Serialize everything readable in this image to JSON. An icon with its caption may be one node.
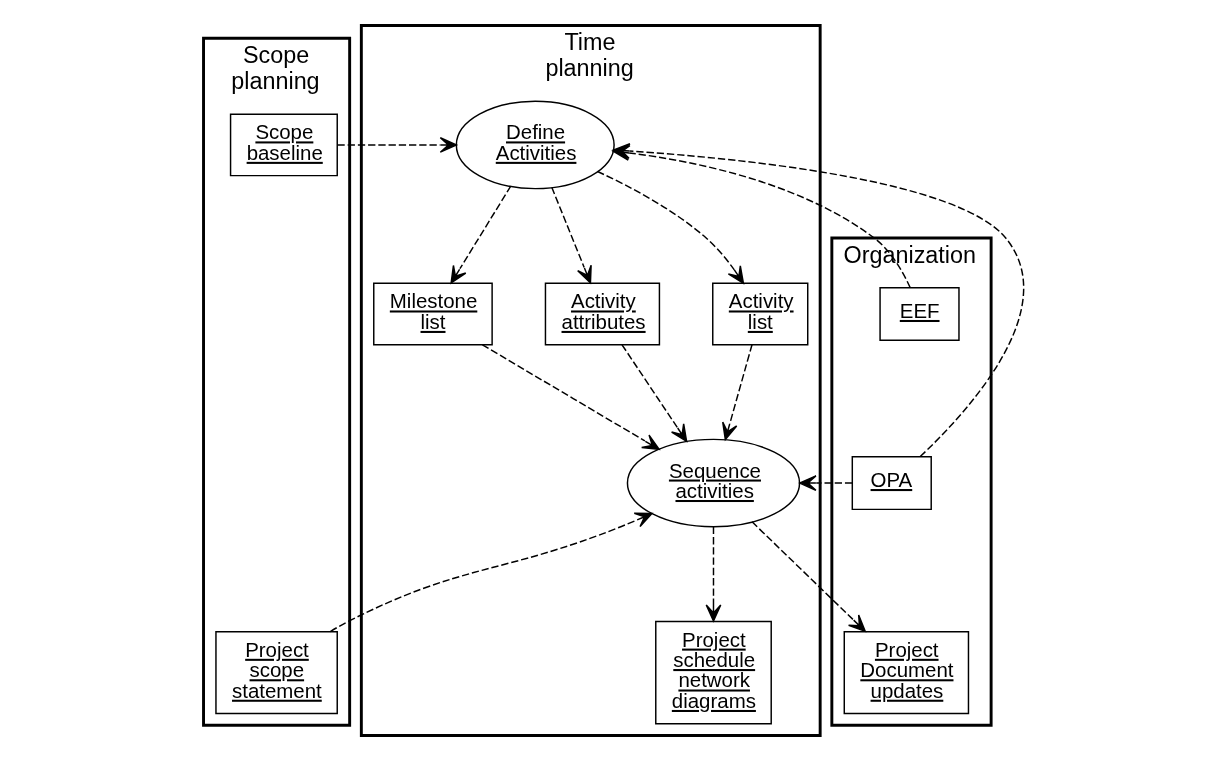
{
  "diagram": {
    "nodes": [
      {
        "text": [
          "Scope planning"
        ]
      },
      {
        "text": [
          "Scope baseline"
        ],
        "in": 0
      },
      {
        "text": [
          "Project scope statement"
        ],
        "in": 0
      },
      {
        "text": [
          "Organization"
        ]
      },
      {
        "text": [
          "EEF"
        ],
        "in": 3
      },
      {
        "text": [
          "OPA"
        ],
        "in": 3
      },
      {
        "text": [
          "Project Document updates"
        ],
        "in": 3
      },
      {
        "text": [
          "Time planning"
        ]
      },
      {
        "text": [
          "Define Activities"
        ],
        "in": 7
      },
      {
        "text": [
          "Milestone list"
        ],
        "in": 7
      },
      {
        "text": [
          "Activity attributes"
        ],
        "in": 7
      },
      {
        "text": [
          "Activity list"
        ],
        "in": 7
      },
      {
        "text": [
          "Sequence activities"
        ],
        "in": 7
      },
      {
        "text": [
          "Project schedule network diagrams"
        ],
        "in": 7
      }
    ],
    "edges": [
      {
        "from": 1,
        "to": 8,
        "arrow": "to",
        "style": "dashed"
      },
      {
        "from": 4,
        "to": 8,
        "arrow": "to",
        "style": "dashed"
      },
      {
        "from": 5,
        "to": 8,
        "arrow": "to",
        "style": "dashed"
      },
      {
        "from": 8,
        "to": 9,
        "arrow": "to",
        "style": "dashed"
      },
      {
        "from": 8,
        "to": 10,
        "arrow": "to",
        "style": "dashed"
      },
      {
        "from": 8,
        "to": 11,
        "arrow": "to",
        "style": "dashed"
      },
      {
        "from": 9,
        "to": 12,
        "arrow": "to",
        "style": "dashed"
      },
      {
        "from": 10,
        "to": 12,
        "arrow": "to",
        "style": "dashed"
      },
      {
        "from": 11,
        "to": 12,
        "arrow": "to",
        "style": "dashed"
      },
      {
        "from": 5,
        "to": 12,
        "arrow": "to",
        "style": "dashed"
      },
      {
        "from": 2,
        "to": 12,
        "arrow": "to",
        "style": "dashed"
      },
      {
        "from": 12,
        "to": 6,
        "arrow": "to",
        "style": "dashed"
      },
      {
        "from": 12,
        "to": 13,
        "arrow": "to",
        "style": "dashed"
      }
    ]
  }
}
